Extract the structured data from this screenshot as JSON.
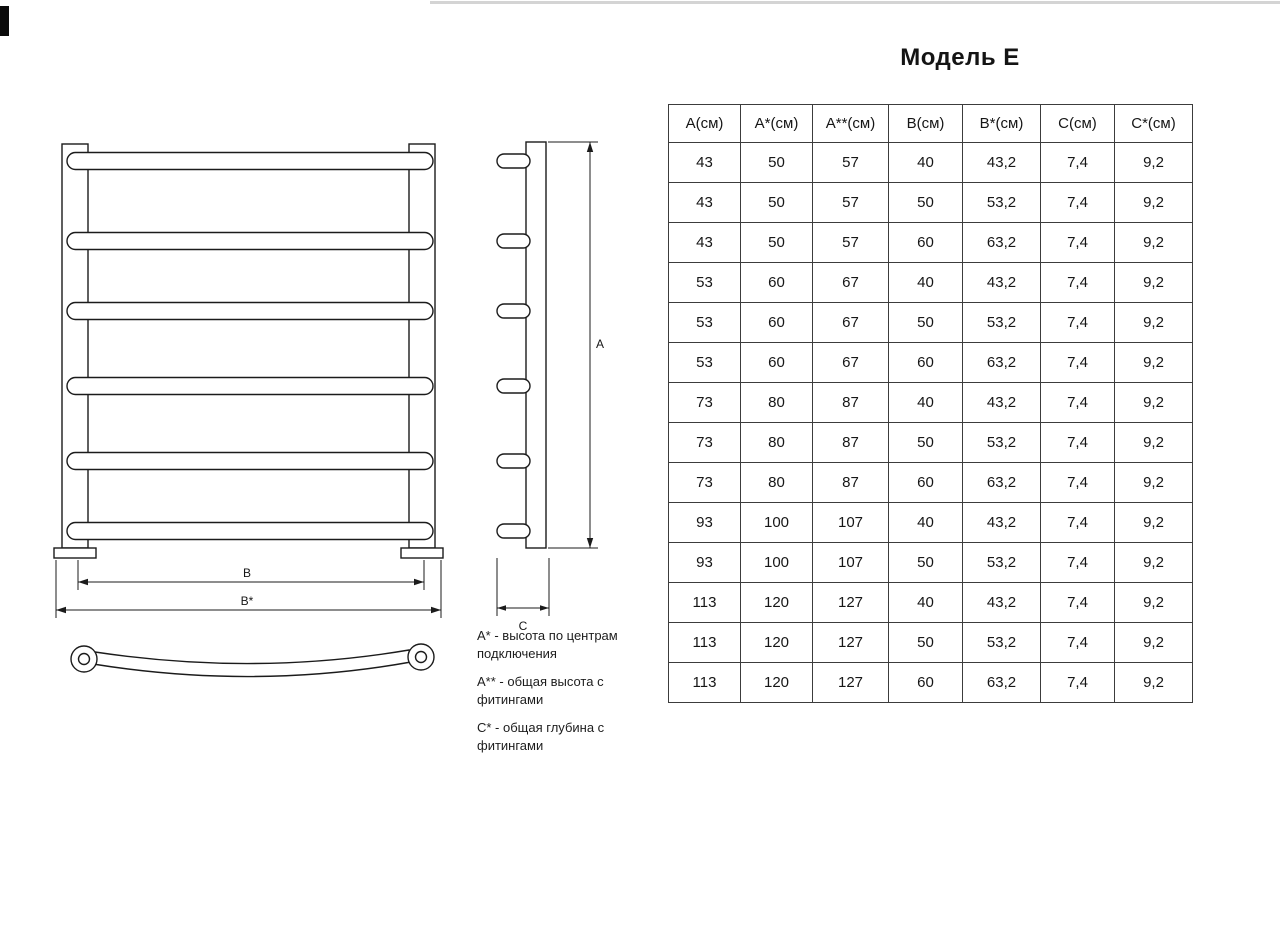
{
  "page": {
    "title": "Модель Е"
  },
  "diagram": {
    "labels": {
      "a": "А",
      "b": "В",
      "b_star": "В*",
      "c": "С"
    }
  },
  "legend": {
    "items": [
      "А* - высота по центрам подключения",
      "А** - общая высота с фитингами",
      "С* - общая глубина с фитингами"
    ]
  },
  "chart_data": {
    "type": "table",
    "title": "Модель Е",
    "columns": [
      "А(см)",
      "А*(см)",
      "А**(см)",
      "В(см)",
      "В*(см)",
      "С(см)",
      "С*(см)"
    ],
    "rows": [
      [
        "43",
        "50",
        "57",
        "40",
        "43,2",
        "7,4",
        "9,2"
      ],
      [
        "43",
        "50",
        "57",
        "50",
        "53,2",
        "7,4",
        "9,2"
      ],
      [
        "43",
        "50",
        "57",
        "60",
        "63,2",
        "7,4",
        "9,2"
      ],
      [
        "53",
        "60",
        "67",
        "40",
        "43,2",
        "7,4",
        "9,2"
      ],
      [
        "53",
        "60",
        "67",
        "50",
        "53,2",
        "7,4",
        "9,2"
      ],
      [
        "53",
        "60",
        "67",
        "60",
        "63,2",
        "7,4",
        "9,2"
      ],
      [
        "73",
        "80",
        "87",
        "40",
        "43,2",
        "7,4",
        "9,2"
      ],
      [
        "73",
        "80",
        "87",
        "50",
        "53,2",
        "7,4",
        "9,2"
      ],
      [
        "73",
        "80",
        "87",
        "60",
        "63,2",
        "7,4",
        "9,2"
      ],
      [
        "93",
        "100",
        "107",
        "40",
        "43,2",
        "7,4",
        "9,2"
      ],
      [
        "93",
        "100",
        "107",
        "50",
        "53,2",
        "7,4",
        "9,2"
      ],
      [
        "113",
        "120",
        "127",
        "40",
        "43,2",
        "7,4",
        "9,2"
      ],
      [
        "113",
        "120",
        "127",
        "50",
        "53,2",
        "7,4",
        "9,2"
      ],
      [
        "113",
        "120",
        "127",
        "60",
        "63,2",
        "7,4",
        "9,2"
      ]
    ]
  }
}
